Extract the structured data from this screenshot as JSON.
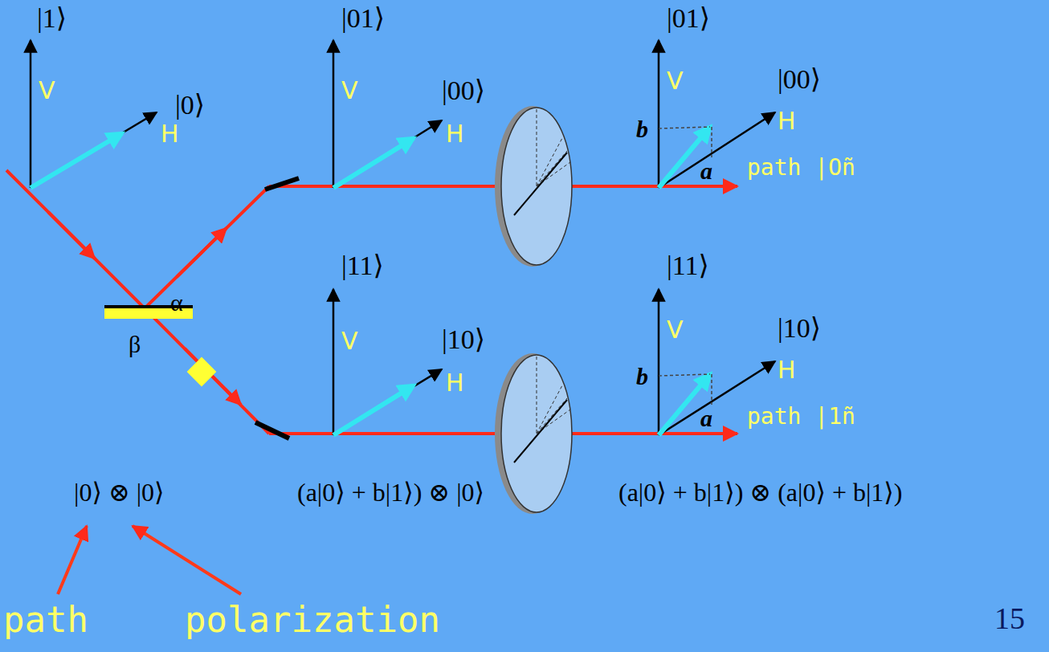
{
  "diagram": {
    "labels": [
      "|1⟩",
      "V",
      "H",
      "|0⟩",
      "|01⟩",
      "V",
      "|00⟩",
      "H",
      "α",
      "β",
      "|11⟩",
      "V",
      "|10⟩",
      "H",
      "|01⟩",
      "V",
      "|00⟩",
      "H",
      "b",
      "a",
      "path |Oñ",
      "|11⟩",
      "V",
      "|10⟩",
      "H",
      "b",
      "a",
      "path |1ñ",
      "|0⟩ ⊗ |0⟩",
      "(a|0⟩ + b|1⟩) ⊗ |0⟩",
      "(a|0⟩ + b|1⟩) ⊗ (a|0⟩ + b|1⟩)",
      "path",
      "polarization",
      "15"
    ]
  }
}
